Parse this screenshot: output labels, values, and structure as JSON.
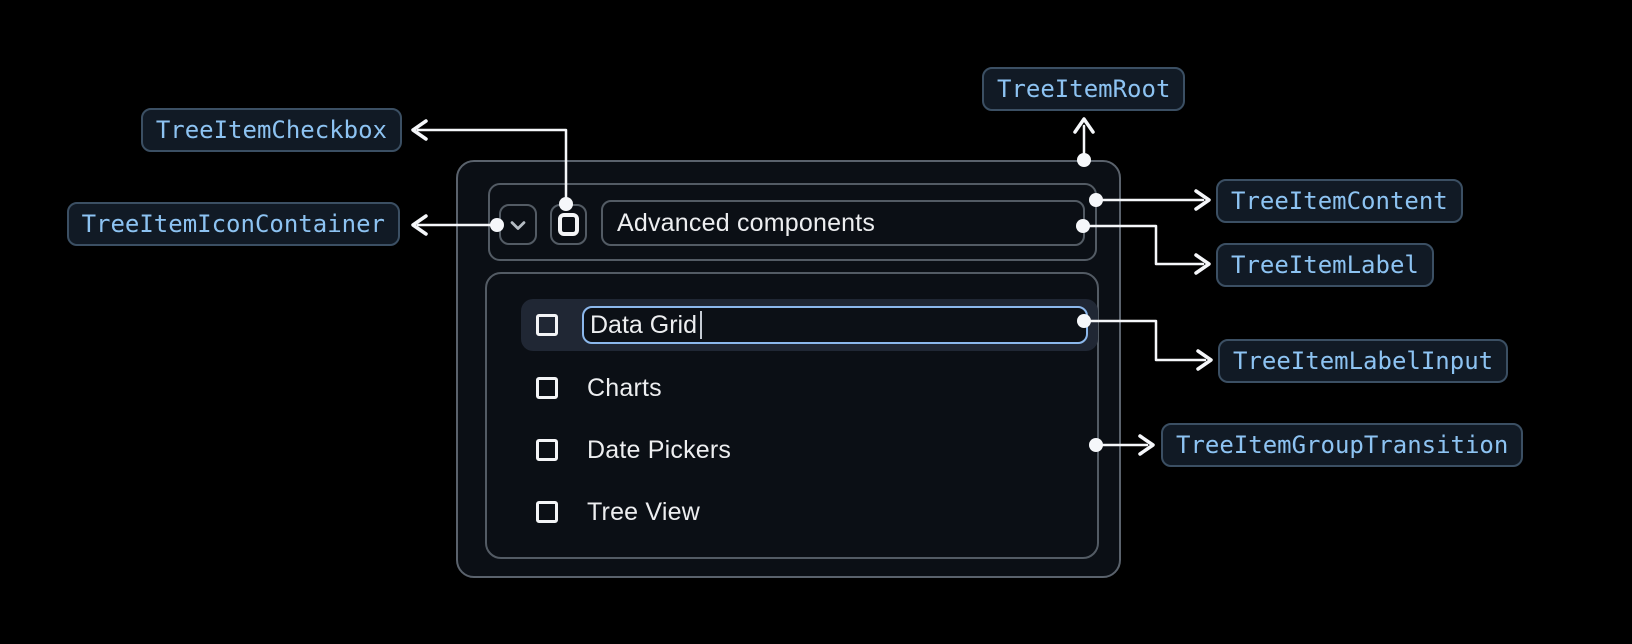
{
  "component": {
    "parent_item": {
      "label": "Advanced components",
      "expand_icon": "chevron-down-icon",
      "checkbox_checked": false
    },
    "items": [
      {
        "type": "editing",
        "input_value": "Data Grid",
        "checkbox_checked": false
      },
      {
        "type": "plain",
        "label": "Charts",
        "checkbox_checked": false
      },
      {
        "type": "plain",
        "label": "Date Pickers",
        "checkbox_checked": false
      },
      {
        "type": "plain",
        "label": "Tree View",
        "checkbox_checked": false
      }
    ]
  },
  "callouts": {
    "root": "TreeItemRoot",
    "content": "TreeItemContent",
    "label": "TreeItemLabel",
    "label_input": "TreeItemLabelInput",
    "group_transition": "TreeItemGroupTransition",
    "checkbox": "TreeItemCheckbox",
    "icon_container": "TreeItemIconContainer"
  },
  "colors": {
    "background": "#000000",
    "badge_bg": "#111a25",
    "badge_border": "#3b4f63",
    "badge_text": "#8dc3f2",
    "connector": "#f5f7fa",
    "box_border": "#565e67",
    "input_border": "#8cb8ec",
    "row_highlight_bg": "#202734",
    "text": "#edeef0"
  }
}
